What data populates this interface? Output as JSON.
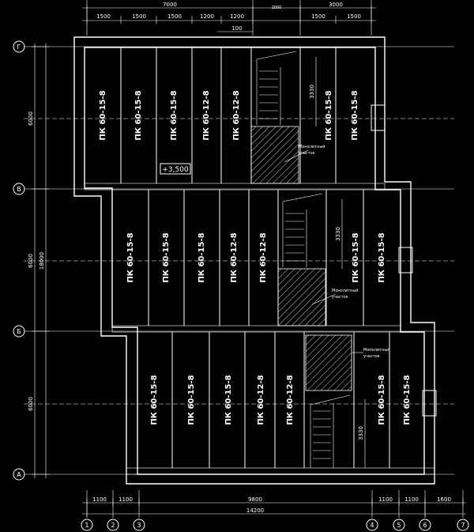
{
  "top_dimensions": {
    "overall_left": "7000",
    "overall_mid": "2000",
    "overall_right": "3000",
    "segments_left": [
      "1500",
      "1500",
      "1500",
      "1200",
      "1200"
    ],
    "segments_right": [
      "1500",
      "1500"
    ],
    "detail": "100"
  },
  "left_dimensions": {
    "spans": [
      "6000",
      "6000",
      "6000"
    ],
    "total": "18000"
  },
  "bottom_dimensions": {
    "segments": [
      "1100",
      "1100",
      "9800",
      "1100",
      "1100",
      "1600"
    ],
    "total": "14200"
  },
  "grid_axes_rows": [
    "Г",
    "В",
    "Б",
    "А"
  ],
  "grid_axes_cols": [
    "1",
    "2",
    "3",
    "4",
    "5",
    "6",
    "7"
  ],
  "slabs": {
    "row_g": [
      "ПК 60-15-8",
      "ПК 60-15-8",
      "ПК 60-15-8",
      "ПК 60-12-8",
      "ПК 60-12-8",
      "ПК 60-15-8",
      "ПК 60-15-8"
    ],
    "row_v": [
      "ПК 60-15-8",
      "ПК 60-15-8",
      "ПК 60-15-8",
      "ПК 60-12-8",
      "ПК 60-12-8",
      "ПК 60-15-8",
      "ПК 60-15-8"
    ],
    "row_b": [
      "ПК 60-15-8",
      "ПК 60-15-8",
      "ПК 60-15-8",
      "ПК 60-12-8",
      "ПК 60-12-8",
      "ПК 60-15-8",
      "ПК 60-15-8"
    ]
  },
  "stair_dimension": "3330",
  "monolithic_label_line1": "Монолитный",
  "monolithic_label_line2": "участок",
  "elevation_mark": "+3,500"
}
